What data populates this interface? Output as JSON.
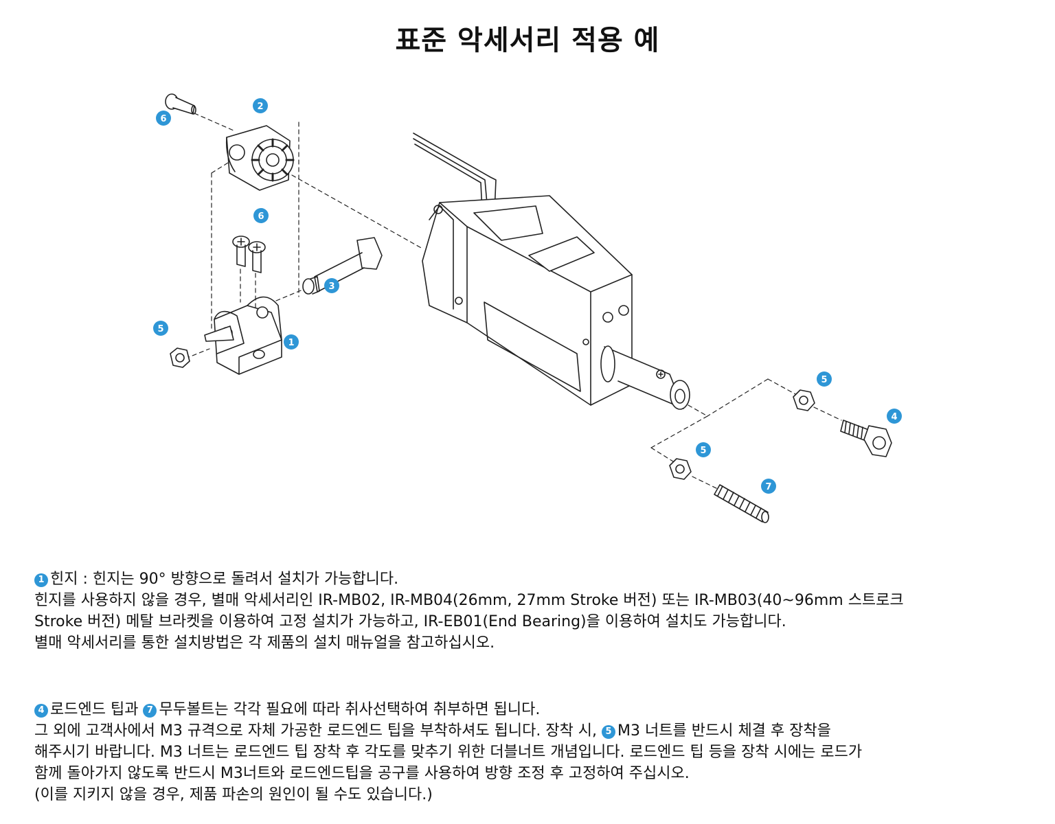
{
  "title": "표준 악세서리 적용 예",
  "badges": {
    "b1": "1",
    "b2": "2",
    "b3": "3",
    "b4": "4",
    "b5a": "5",
    "b5b": "5",
    "b5c": "5",
    "b6a": "6",
    "b6b": "6",
    "b7": "7"
  },
  "colors": {
    "badge": "#2e96d6",
    "line": "#222222"
  },
  "notes1": {
    "num": "1",
    "line1": "힌지 : 힌지는 90° 방향으로 돌려서 설치가 가능합니다.",
    "line2": "힌지를 사용하지 않을 경우, 별매 악세서리인 IR-MB02, IR-MB04(26mm, 27mm Stroke 버전) 또는 IR-MB03(40~96mm 스트로크",
    "line3": "Stroke 버전)  메탈 브라켓을 이용하여 고정 설치가 가능하고, IR-EB01(End Bearing)을 이용하여 설치도 가능합니다.",
    "line4": "별매 악세서리를 통한 설치방법은 각 제품의 설치 매뉴얼을 참고하십시오."
  },
  "notes2": {
    "num4": "4",
    "line1a": "로드엔드 팁과 ",
    "num7": "7",
    "line1b": "무두볼트는 각각 필요에 따라 취사선택하여 취부하면 됩니다.",
    "line2a": "그 외에 고객사에서 M3 규격으로 자체 가공한 로드엔드 팁을 부착하셔도 됩니다. 장착 시, ",
    "num5": "5",
    "line2b": "M3 너트를 반드시 체결 후 장착을",
    "line3": "해주시기 바랍니다. M3 너트는 로드엔드 팁 장착 후 각도를 맞추기 위한 더블너트 개념입니다. 로드엔드 팁 등을 장착 시에는 로드가",
    "line4": "함께 돌아가지 않도록 반드시 M3너트와 로드엔드팁을 공구를 사용하여 방향 조정 후 고정하여 주십시오.",
    "line5": "(이를 지키지 않을 경우, 제품 파손의 원인이 될 수도 있습니다.)"
  }
}
